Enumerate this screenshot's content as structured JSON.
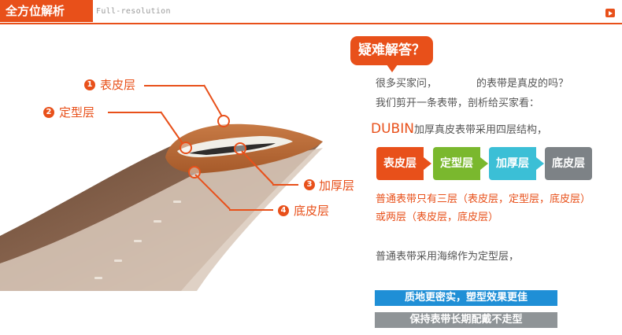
{
  "header": {
    "title": "全方位解析",
    "subtitle": "Full-resolution"
  },
  "callouts": [
    {
      "num": "1",
      "label": "表皮层"
    },
    {
      "num": "2",
      "label": "定型层"
    },
    {
      "num": "3",
      "label": "加厚层"
    },
    {
      "num": "4",
      "label": "底皮层"
    }
  ],
  "faq": {
    "bubble": "疑难解答？"
  },
  "text": {
    "line1": "很多买家问，",
    "line1_tail": "的表带是真皮的吗？",
    "line2": "我们剪开一条表带，剖析给买家看：",
    "brand": "DUBIN",
    "structure": "加厚真皮表带采用四层结构，",
    "normal1": "普通表带只有三层（表皮层，定型层，底皮层）",
    "normal2": "或两层（表皮层，底皮层）",
    "sponge": "普通表带采用海绵作为定型层，"
  },
  "layers": [
    {
      "label": "表皮层",
      "color": "#e8501a"
    },
    {
      "label": "定型层",
      "color": "#7ab82e"
    },
    {
      "label": "加厚层",
      "color": "#3bbfd6"
    },
    {
      "label": "底皮层",
      "color": "#7d8286"
    }
  ],
  "bars": [
    {
      "label": "质地更密实，塑型效果更佳",
      "color": "#1f8fd6"
    },
    {
      "label": "保持表带长期配戴不走型",
      "color": "#8f9497"
    }
  ]
}
